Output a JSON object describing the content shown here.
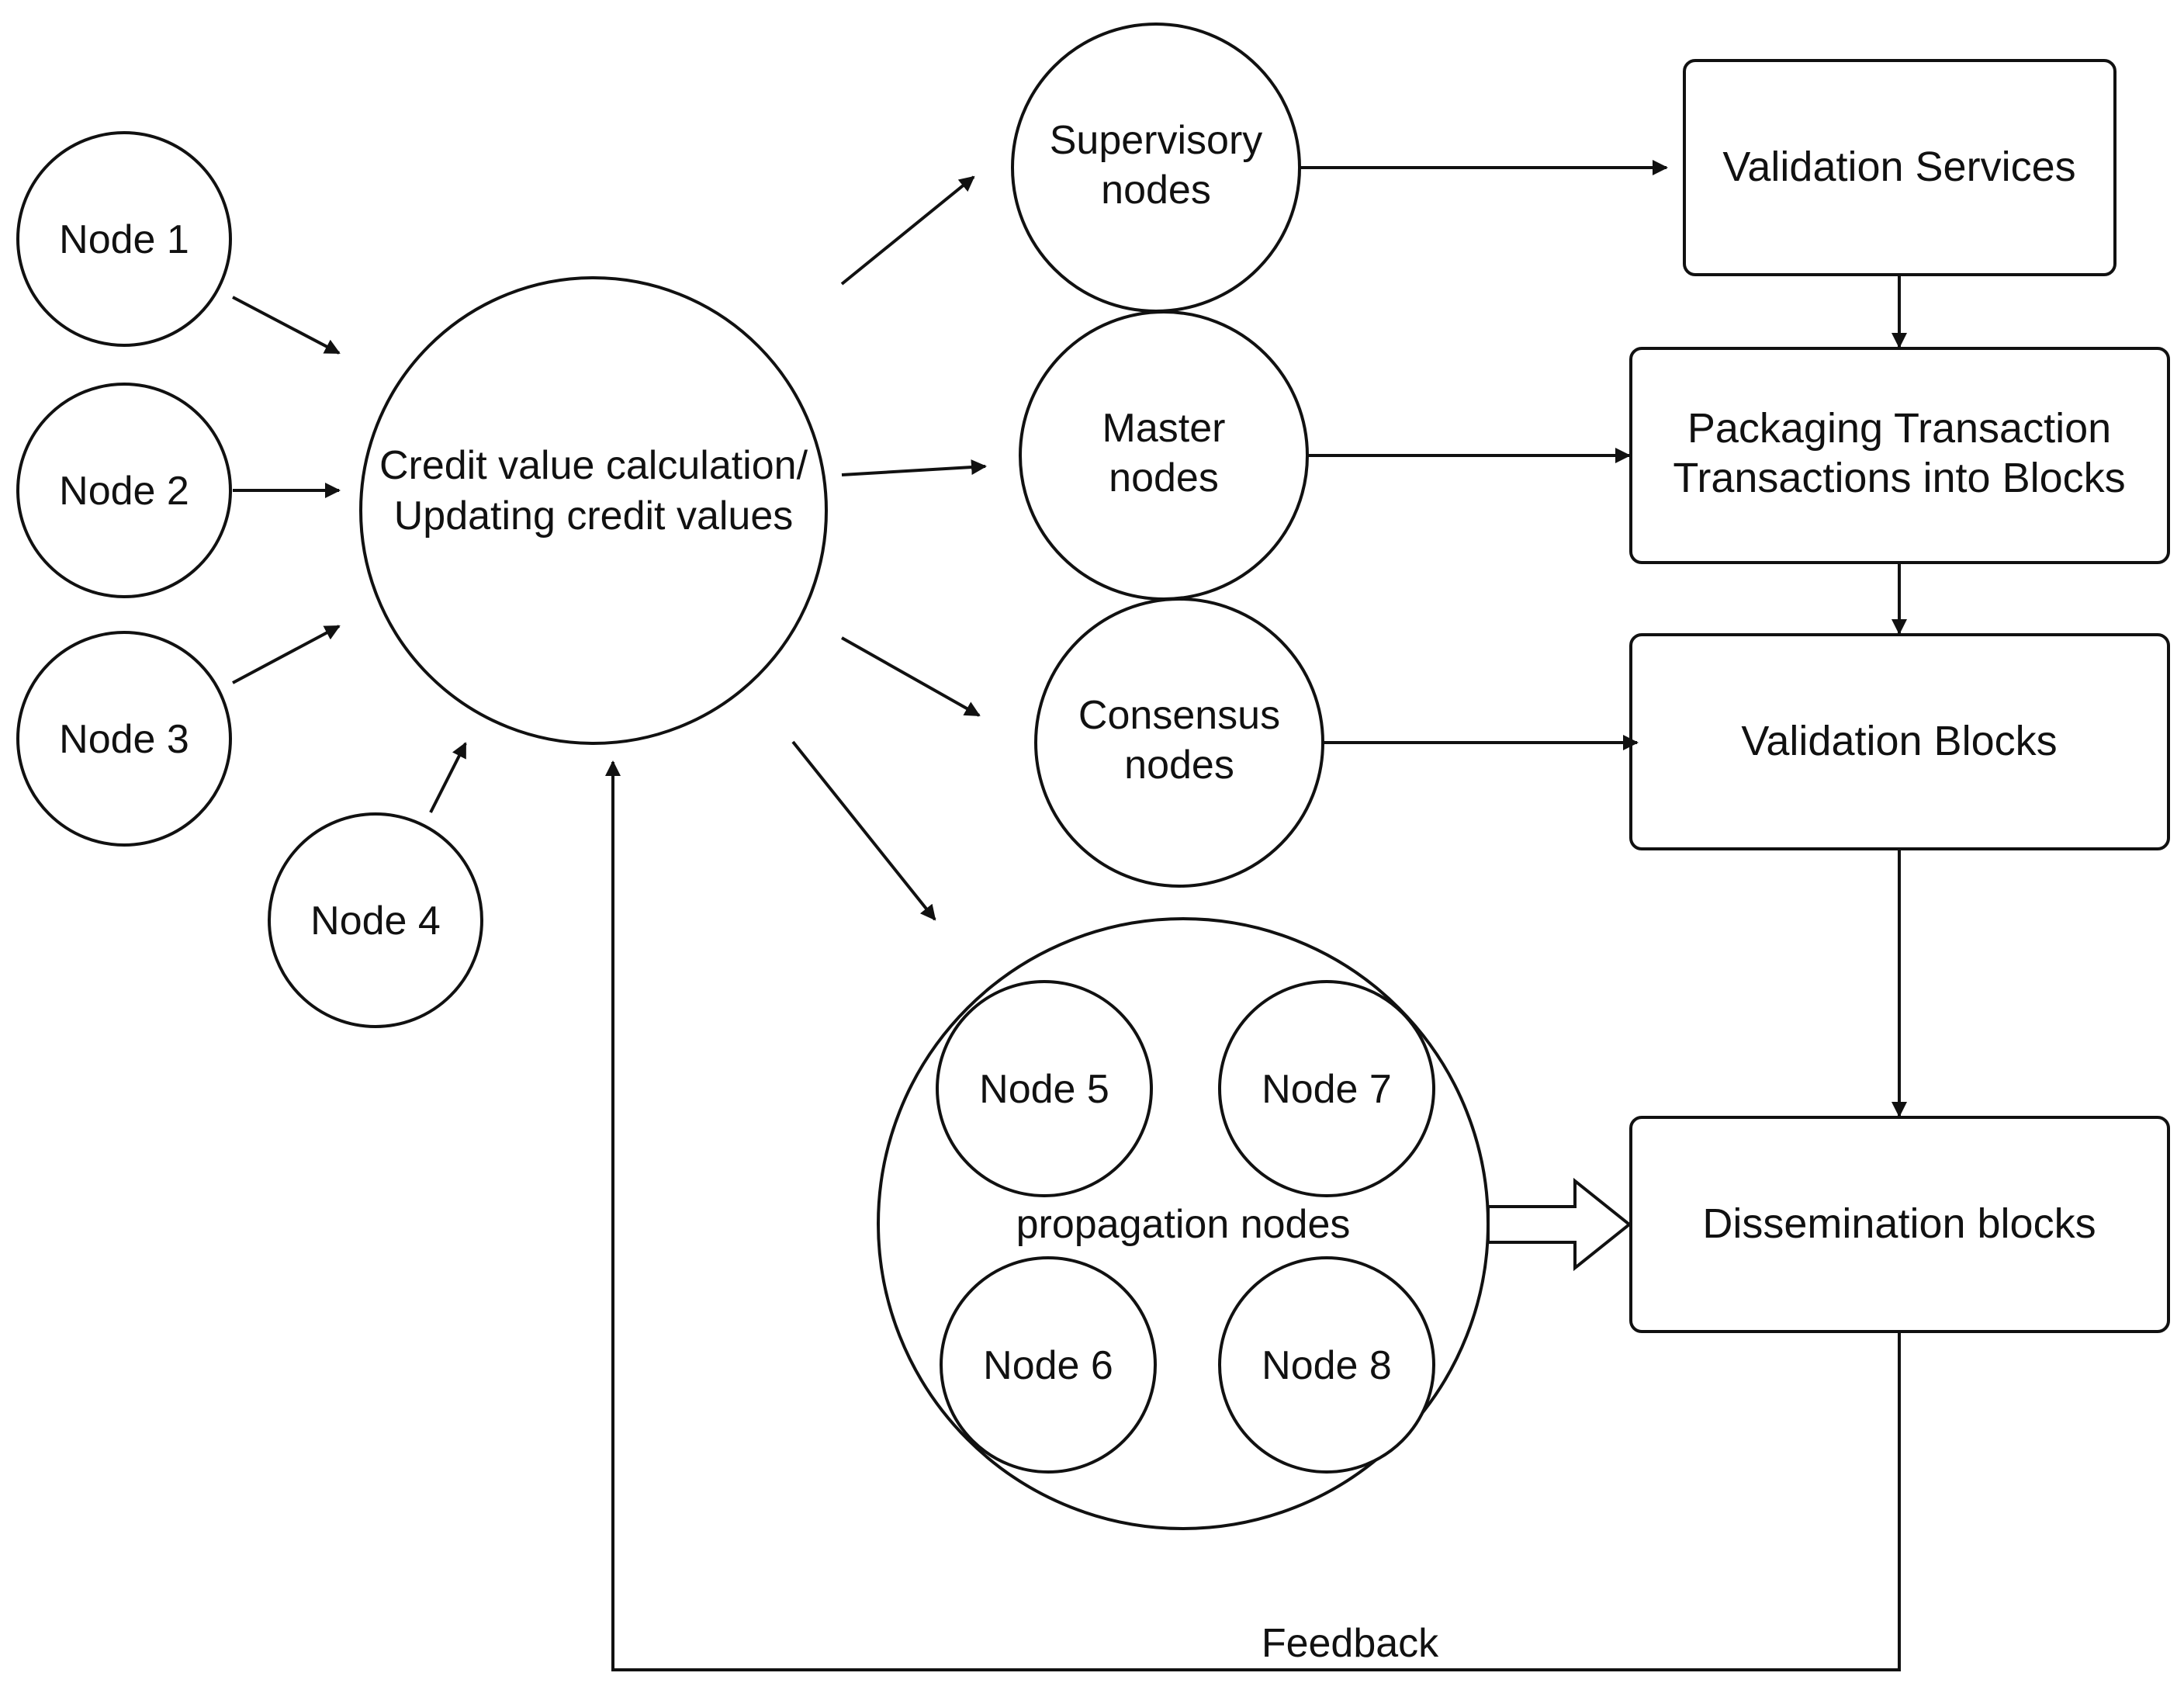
{
  "diagram": {
    "nodes": {
      "node1": "Node 1",
      "node2": "Node 2",
      "node3": "Node 3",
      "node4": "Node 4",
      "credit_line1": "Credit value calculation/",
      "credit_line2": "Updating credit values",
      "supervisory_line1": "Supervisory",
      "supervisory_line2": "nodes",
      "master_line1": "Master",
      "master_line2": "nodes",
      "consensus_line1": "Consensus",
      "consensus_line2": "nodes",
      "propagation_label": "propagation nodes",
      "node5": "Node 5",
      "node6": "Node 6",
      "node7": "Node 7",
      "node8": "Node 8"
    },
    "boxes": {
      "validation_services": "Validation Services",
      "packaging_line1": "Packaging Transaction",
      "packaging_line2": "Transactions into Blocks",
      "validation_blocks": "Validation Blocks",
      "dissemination_blocks": "Dissemination blocks"
    },
    "edges": {
      "feedback_label": "Feedback"
    }
  }
}
